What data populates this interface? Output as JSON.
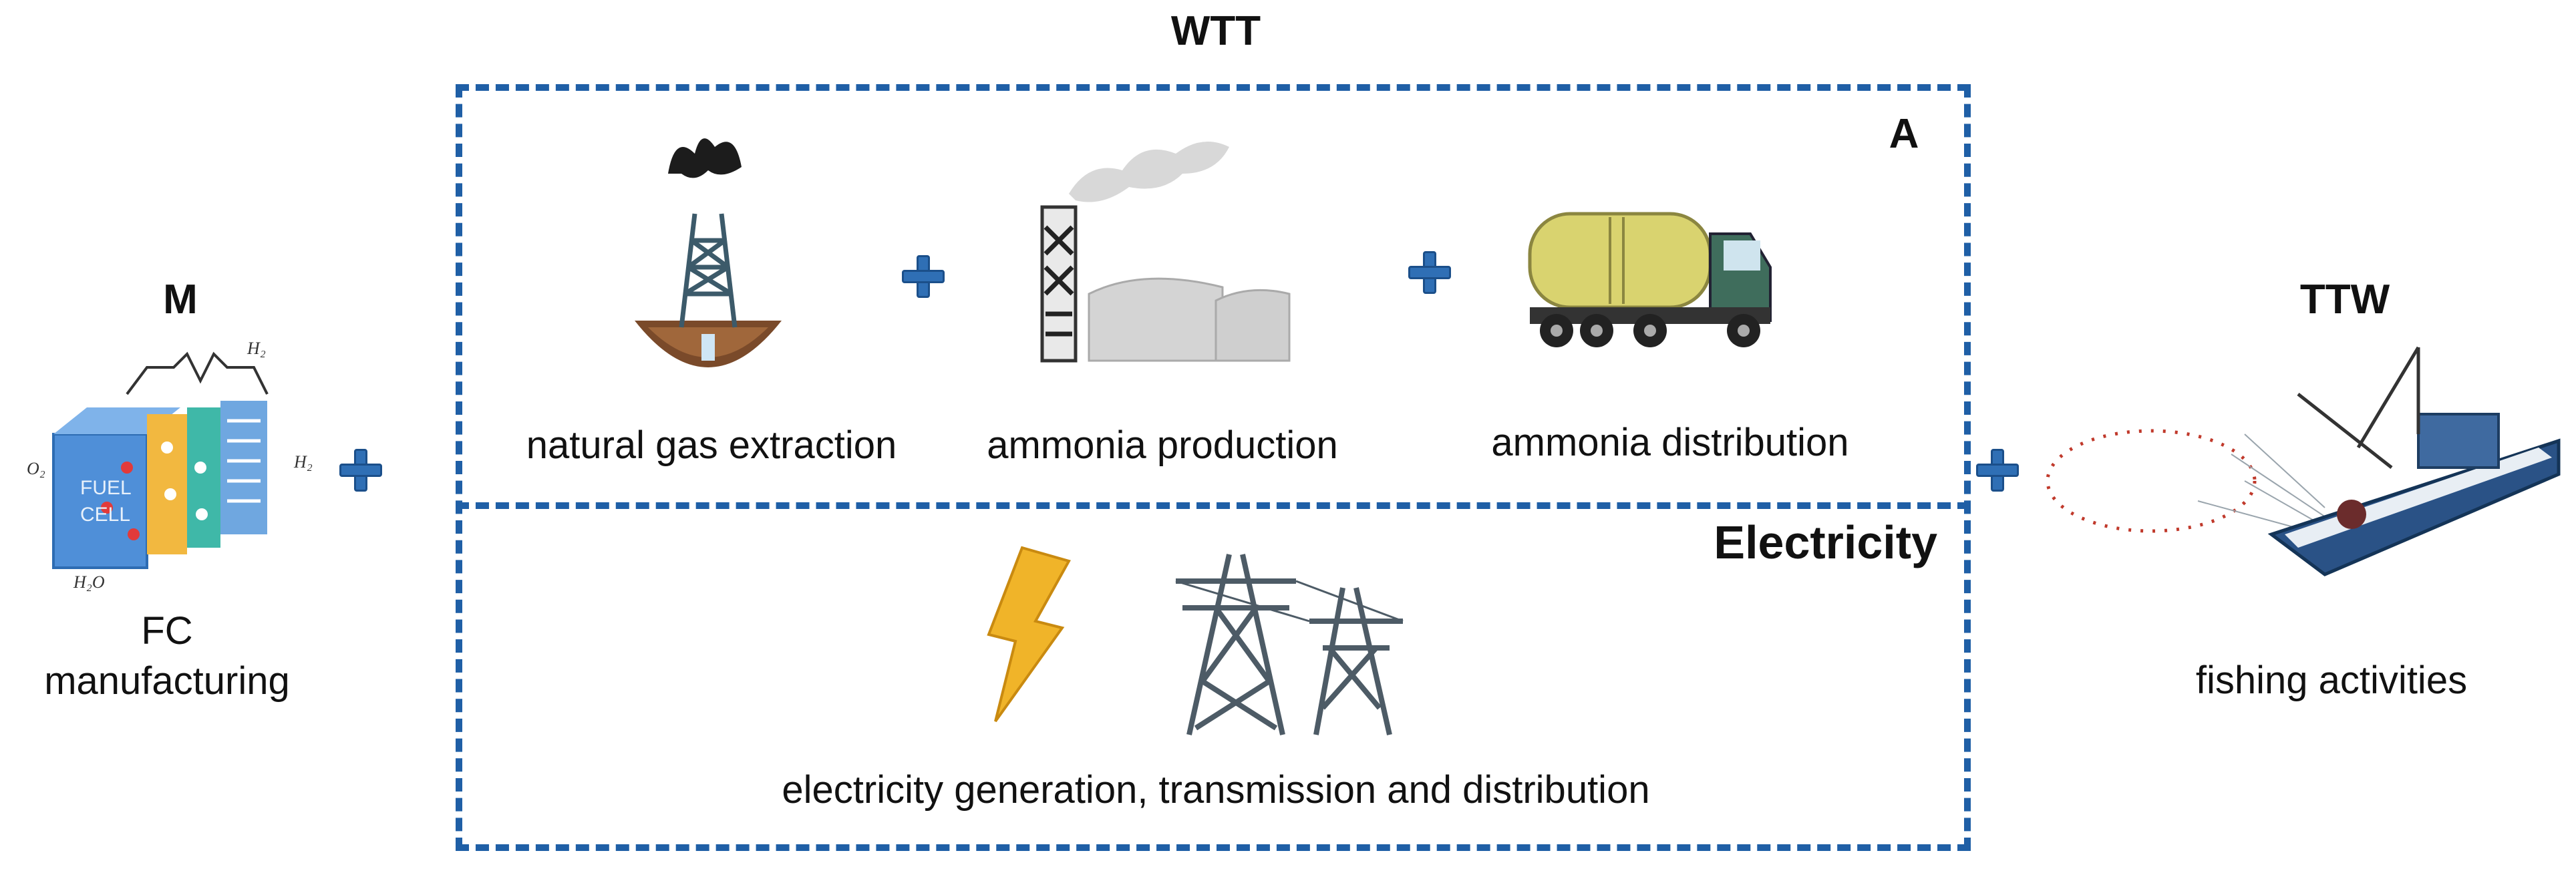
{
  "sections": {
    "wtt": "WTT",
    "m": "M",
    "ttw": "TTW",
    "a": "A",
    "electricity": "Electricity"
  },
  "stages": {
    "fc_line1": "FC",
    "fc_line2": "manufacturing",
    "natural_gas": "natural gas extraction",
    "ammonia_production": "ammonia production",
    "ammonia_distribution": "ammonia distribution",
    "electricity": "electricity generation, transmission and distribution",
    "fishing": "fishing activities"
  },
  "icons": [
    "fuel-cell-icon",
    "gas-well-icon",
    "factory-icon",
    "tanker-truck-icon",
    "lightning-icon",
    "power-tower-icon",
    "fishing-boat-icon",
    "plus-icon"
  ],
  "colors": {
    "accent": "#1f5fa6",
    "plus": "#2f6fb5"
  }
}
